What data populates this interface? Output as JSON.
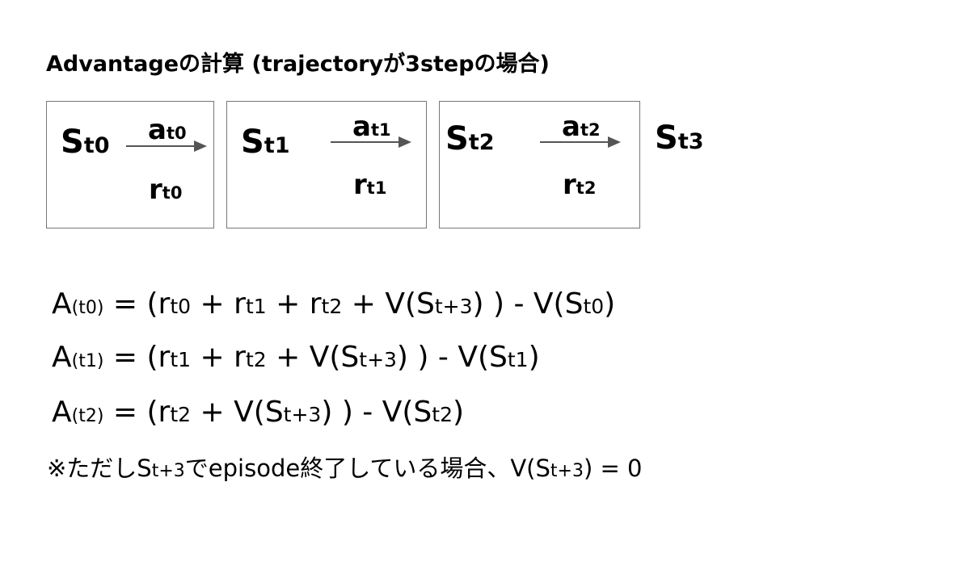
{
  "title": "Advantageの計算 (trajectoryが3stepの場合)",
  "steps": [
    {
      "state": "S",
      "state_sub": "t0",
      "action": "a",
      "action_sub": "t0",
      "reward": "r",
      "reward_sub": "t0"
    },
    {
      "state": "S",
      "state_sub": "t1",
      "action": "a",
      "action_sub": "t1",
      "reward": "r",
      "reward_sub": "t1"
    },
    {
      "state": "S",
      "state_sub": "t2",
      "action": "a",
      "action_sub": "t2",
      "reward": "r",
      "reward_sub": "t2"
    }
  ],
  "final_state": {
    "state": "S",
    "state_sub": "t3"
  },
  "formulas": [
    {
      "lhs": "A",
      "lhs_sub": "(t0)",
      "eq": " = (",
      "r1": "r",
      "r1_sub": "t0",
      "plus1": " + ",
      "r2": "r",
      "r2_sub": "t1",
      "plus2": " + ",
      "r3": "r",
      "r3_sub": "t2",
      "plus3": " + ",
      "v": "V(S",
      "v_sub": "t+3",
      "v_close": ") ) - V(S",
      "last_sub": "t0",
      "close": ")"
    },
    {
      "lhs": "A",
      "lhs_sub": "(t1)",
      "eq": " = (",
      "r1": "r",
      "r1_sub": "t1",
      "plus1": " + ",
      "r2": "r",
      "r2_sub": "t2",
      "plus2": " + ",
      "v": "V(S",
      "v_sub": "t+3",
      "v_close": ") ) - V(S",
      "last_sub": "t1",
      "close": ")"
    },
    {
      "lhs": "A",
      "lhs_sub": "(t2)",
      "eq": " = (",
      "r1": "r",
      "r1_sub": "t2",
      "plus1": " + ",
      "v": "V(S",
      "v_sub": "t+3",
      "v_close": ") ) - V(S",
      "last_sub": "t2",
      "close": ")"
    }
  ],
  "note": {
    "prefix": "※ただしS",
    "prefix_sub": "t+3",
    "middle": "でepisode終了している場合、V(S",
    "middle_sub": "t+3",
    "suffix": ") = 0"
  },
  "colors": {
    "border": "#777777",
    "arrow": "#555555",
    "text": "#000000"
  }
}
